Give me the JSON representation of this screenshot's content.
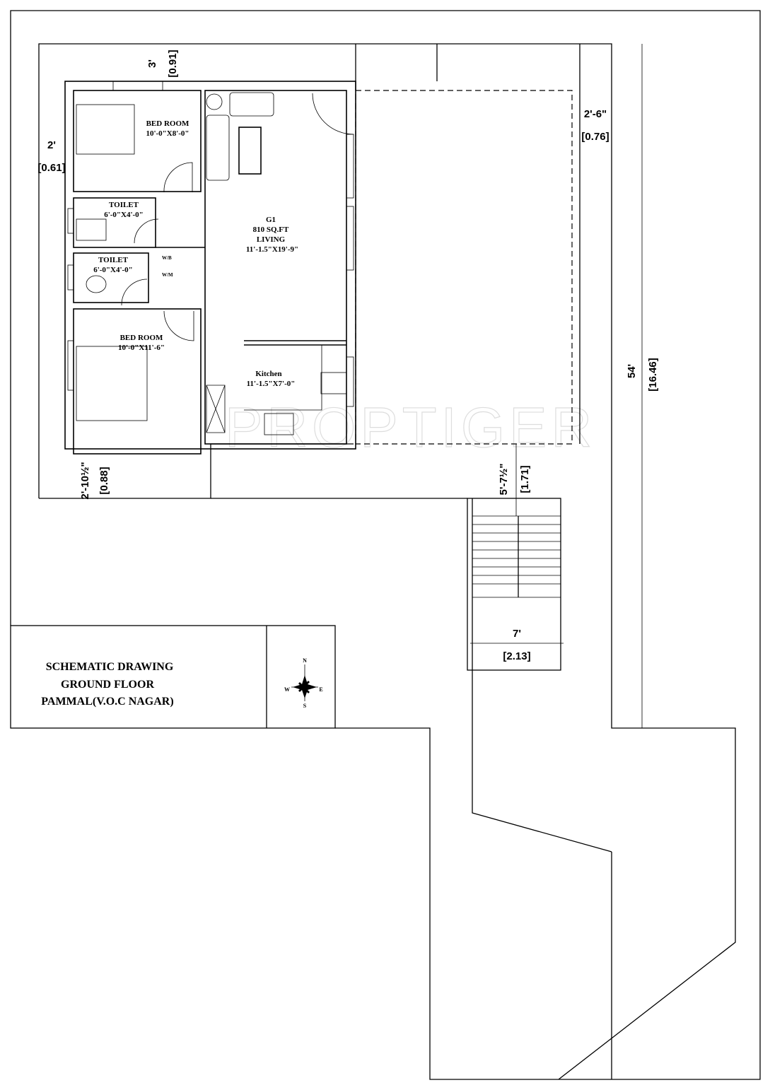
{
  "watermark": "PROPTIGER",
  "rooms": {
    "bedroom1": {
      "name": "BED ROOM",
      "size": "10'-0\"X8'-0\""
    },
    "toilet1": {
      "name": "TOILET",
      "size": "6'-0\"X4'-0\""
    },
    "toilet2": {
      "name": "TOILET",
      "size": "6'-0\"X4'-0\""
    },
    "bedroom2": {
      "name": "BED ROOM",
      "size": "10'-0\"X11'-6\""
    },
    "living": {
      "unit": "G1",
      "area": "810 SQ.FT",
      "name": "LIVING",
      "size": "11'-1.5\"X19'-9\""
    },
    "kitchen": {
      "name": "Kitchen",
      "size": "11'-1.5\"X7'-0\""
    },
    "wb": "W/B",
    "wm": "W/M"
  },
  "dimensions": {
    "top_setback": {
      "ft": "3'",
      "m": "[0.91]"
    },
    "left_setback": {
      "ft": "2'",
      "m": "[0.61]"
    },
    "right_setback": {
      "ft": "2'-6\"",
      "m": "[0.76]"
    },
    "bottom_left": {
      "ft": "2'-10½\"",
      "m": "[0.88]"
    },
    "stair_gap": {
      "ft": "5'-7½\"",
      "m": "[1.71]"
    },
    "stair_width": {
      "ft": "7'",
      "m": "[2.13]"
    },
    "plot_depth": {
      "ft": "54'",
      "m": "[16.46]"
    }
  },
  "title_block": {
    "line1": "SCHEMATIC DRAWING",
    "line2": "GROUND FLOOR",
    "line3": "PAMMAL(V.O.C  NAGAR)"
  },
  "compass": {
    "n": "N",
    "s": "S",
    "e": "E",
    "w": "W"
  }
}
